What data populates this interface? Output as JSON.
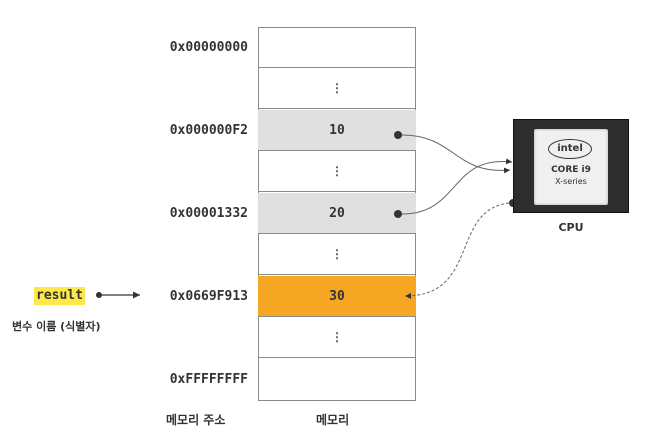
{
  "addresses": {
    "a0": "0x00000000",
    "a1": "0x000000F2",
    "a2": "0x00001332",
    "a3": "0x0669F913",
    "a4": "0xFFFFFFFF"
  },
  "cells": {
    "c0": "",
    "c1": "⋮",
    "c2": "10",
    "c3": "⋮",
    "c4": "20",
    "c5": "⋮",
    "c6": "30",
    "c7": "⋮",
    "c8": ""
  },
  "variable": {
    "name": "result",
    "caption": "변수 이름 (식별자)"
  },
  "cpu": {
    "brand": "intel",
    "line1": "CORE i9",
    "line2": "X-series",
    "label": "CPU"
  },
  "labels": {
    "address_column": "메모리 주소",
    "memory_column": "메모리"
  },
  "colors": {
    "highlight": "#f5a623",
    "cell_gray": "#e0e0e0",
    "variable_highlight": "#ffe94a"
  }
}
